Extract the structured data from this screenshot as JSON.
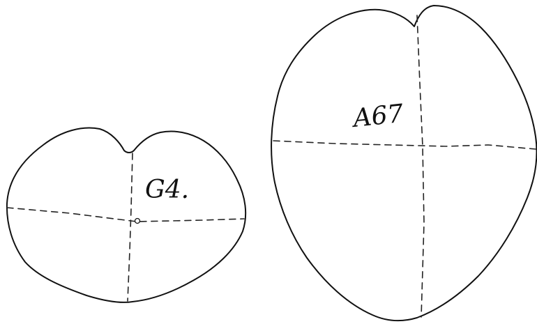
{
  "shapes": [
    {
      "id": "left-shape",
      "label": "G4."
    },
    {
      "id": "right-shape",
      "label": "A67"
    }
  ]
}
